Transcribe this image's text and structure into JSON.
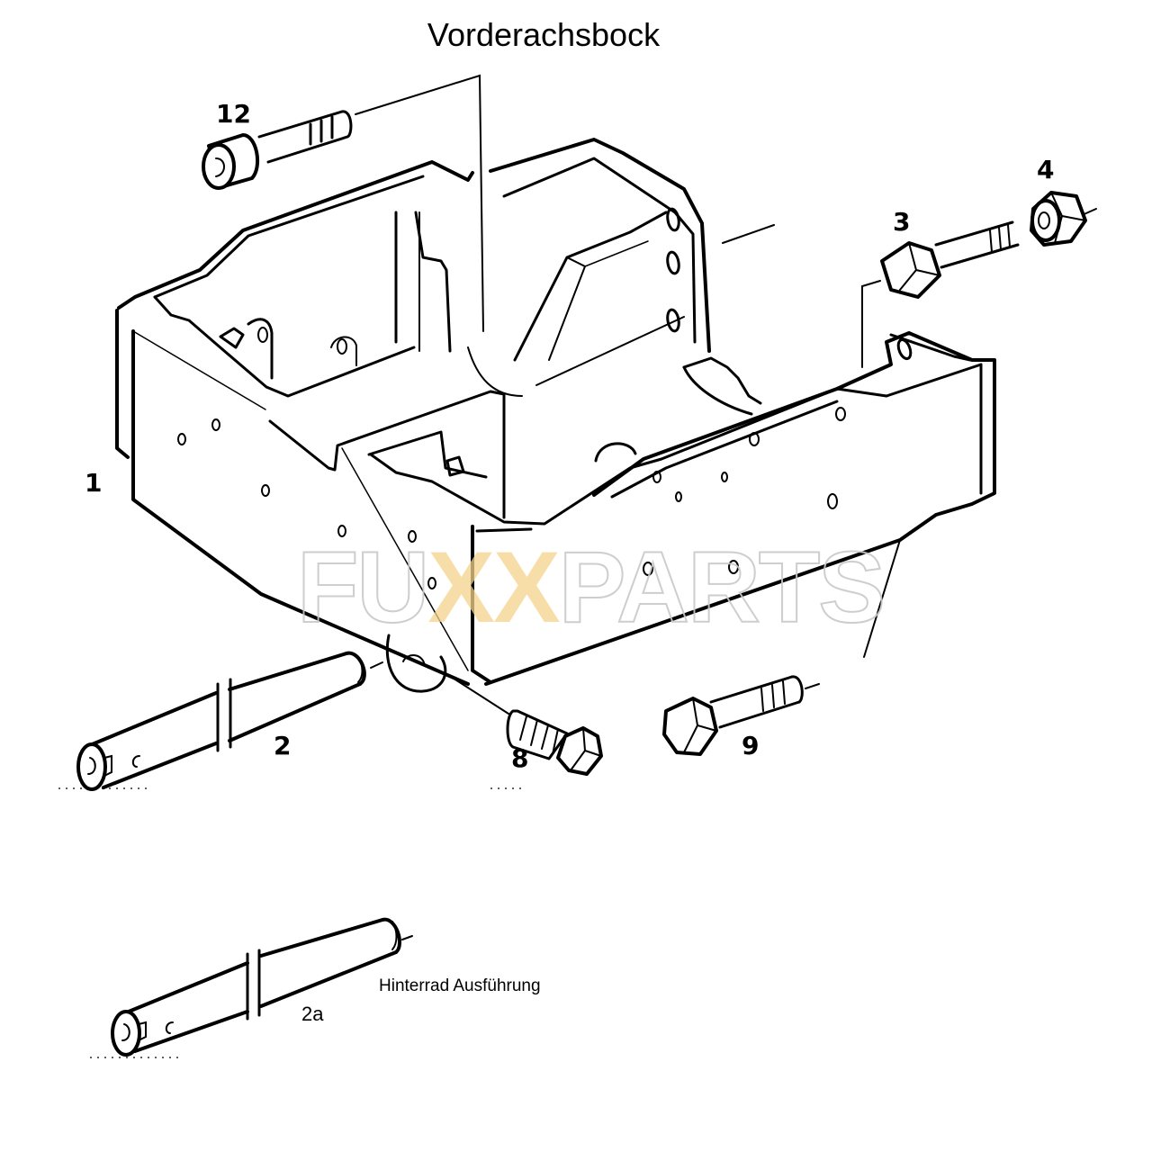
{
  "diagram": {
    "title": "Vorderachsbock",
    "note": "Hinterrad Ausführung",
    "watermark": {
      "prefix": "FU",
      "highlight": "XX",
      "suffix": "PARTS",
      "highlight_color": "#f5d48c",
      "outline_color": "#c9c9c9"
    },
    "parts": [
      {
        "label": "1",
        "description": "front axle support housing"
      },
      {
        "label": "2",
        "description": "axle pin"
      },
      {
        "label": "2a",
        "description": "axle pin (rear wheel version)"
      },
      {
        "label": "3",
        "description": "hex bolt"
      },
      {
        "label": "4",
        "description": "hex nut with washer"
      },
      {
        "label": "8",
        "description": "hex bolt"
      },
      {
        "label": "9",
        "description": "hex bolt"
      },
      {
        "label": "12",
        "description": "socket head cap screw"
      }
    ]
  }
}
